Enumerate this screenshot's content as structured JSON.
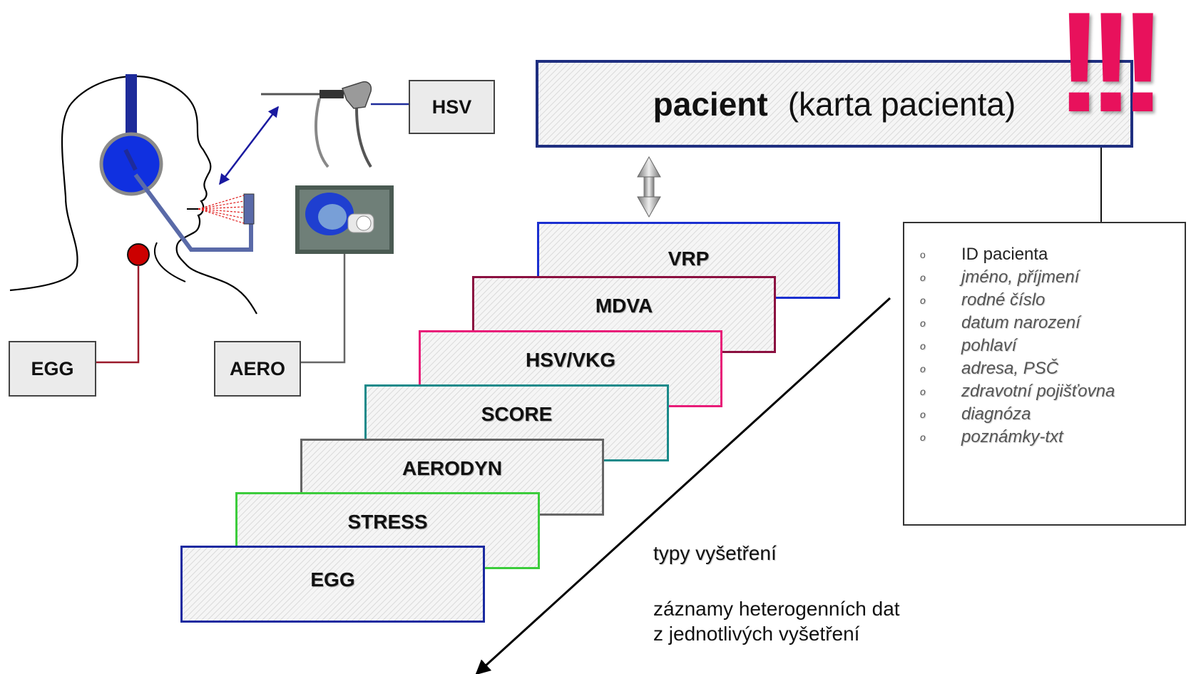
{
  "devices": {
    "hsv": "HSV",
    "egg": "EGG",
    "aero": "AERO"
  },
  "patient": {
    "bold": "pacient",
    "rest": "(karta pacienta)",
    "marks": "!!!"
  },
  "exams": [
    {
      "label": "VRP",
      "color": "#1a2fd0"
    },
    {
      "label": "MDVA",
      "color": "#8b1040"
    },
    {
      "label": "HSV/VKG",
      "color": "#e81c78"
    },
    {
      "label": "SCORE",
      "color": "#1a8a8a"
    },
    {
      "label": "AERODYN",
      "color": "#666666"
    },
    {
      "label": "STRESS",
      "color": "#3ccc3c"
    },
    {
      "label": "EGG",
      "color": "#1a2aa0"
    }
  ],
  "fields": [
    "ID pacienta",
    "jméno, příjmení",
    "rodné číslo",
    "datum narození",
    "pohlaví",
    "adresa, PSČ",
    "zdravotní pojišťovna",
    "diagnóza",
    "poznámky-txt"
  ],
  "bullet": "o",
  "captions": {
    "types": "typy vyšetření",
    "records_line1": "záznamy heterogenních dat",
    "records_line2": "z jednotlivých vyšetření"
  },
  "colors": {
    "patient_border": "#1f2f80",
    "exclamation": "#e8115c",
    "head_blue": "#1030e0",
    "egg_red": "#cc0000"
  }
}
